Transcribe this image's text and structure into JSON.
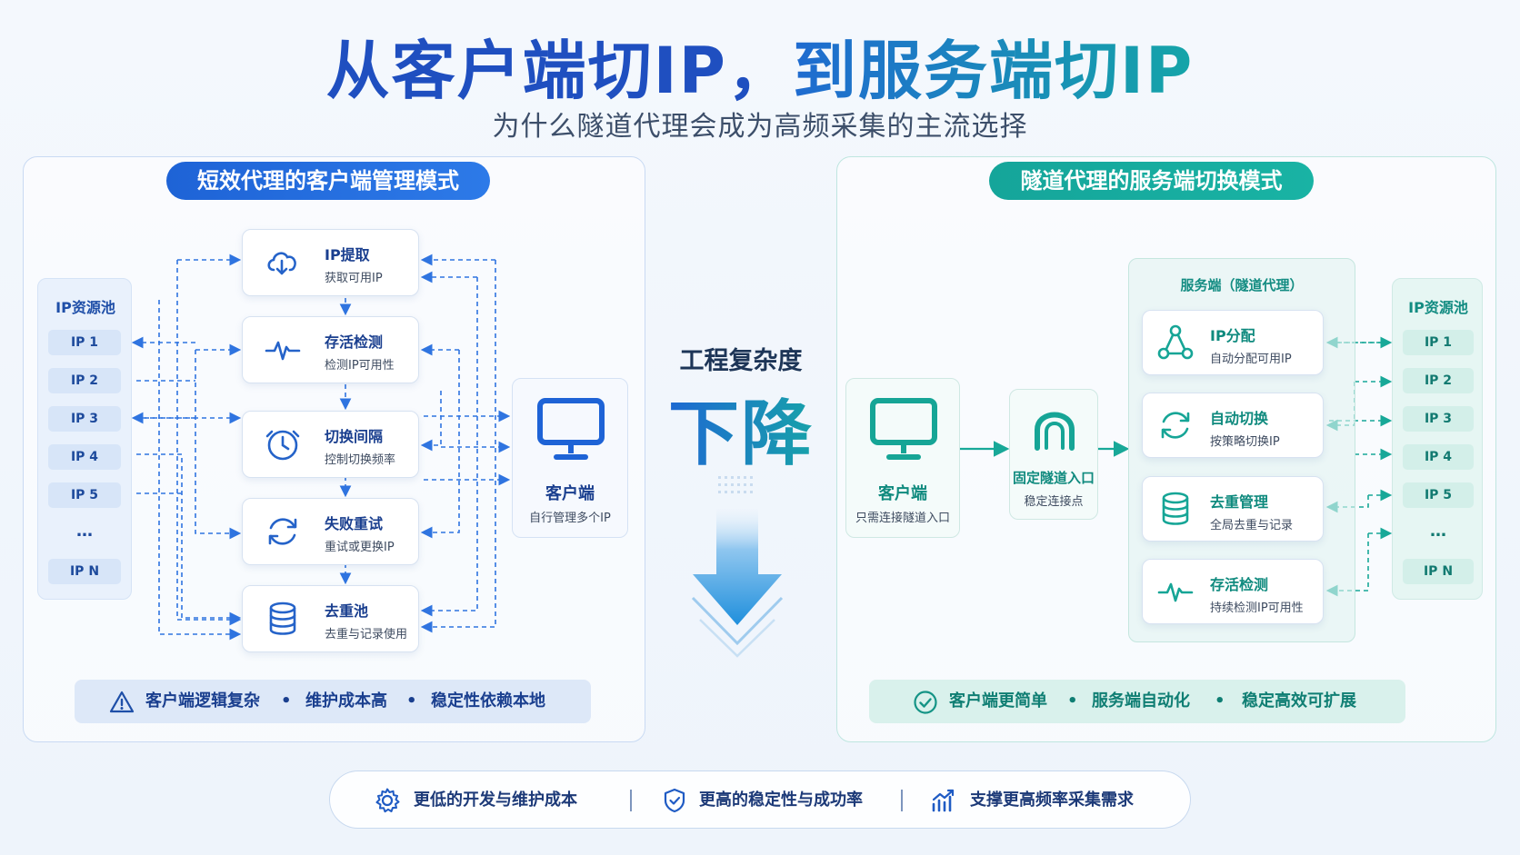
{
  "header": {
    "title_part1": "从客户端切IP，",
    "title_part2": "到服务端切IP",
    "subtitle": "为什么隧道代理会成为高频采集的主流选择"
  },
  "colors": {
    "blue": "#1e63d6",
    "teal": "#15a59a",
    "navy": "#1d3557"
  },
  "left": {
    "pill": "短效代理的客户端管理模式",
    "pool": {
      "title": "IP资源池",
      "items": [
        "IP 1",
        "IP 2",
        "IP 3",
        "IP 4",
        "IP 5",
        "…",
        "IP N"
      ]
    },
    "steps": [
      {
        "title": "IP提取",
        "desc": "获取可用IP",
        "icon": "cloud-download-icon"
      },
      {
        "title": "存活检测",
        "desc": "检测IP可用性",
        "icon": "pulse-icon"
      },
      {
        "title": "切换间隔",
        "desc": "控制切换频率",
        "icon": "clock-icon"
      },
      {
        "title": "失败重试",
        "desc": "重试或更换IP",
        "icon": "refresh-icon"
      },
      {
        "title": "去重池",
        "desc": "去重与记录使用",
        "icon": "database-icon"
      }
    ],
    "client": {
      "title": "客户端",
      "desc": "自行管理多个IP",
      "icon": "monitor-icon"
    },
    "summary": [
      "客户端逻辑复杂",
      "维护成本高",
      "稳定性依赖本地"
    ],
    "summary_icon": "warning-icon"
  },
  "middle": {
    "label": "工程复杂度",
    "value": "下降",
    "icon": "down-arrow-icon"
  },
  "right": {
    "pill": "隧道代理的服务端切换模式",
    "client": {
      "title": "客户端",
      "desc": "只需连接隧道入口",
      "icon": "monitor-icon"
    },
    "entry": {
      "title": "固定隧道入口",
      "desc": "稳定连接点",
      "icon": "tunnel-icon"
    },
    "server": {
      "title": "服务端（隧道代理）",
      "steps": [
        {
          "title": "IP分配",
          "desc": "自动分配可用IP",
          "icon": "network-icon"
        },
        {
          "title": "自动切换",
          "desc": "按策略切换IP",
          "icon": "refresh-icon"
        },
        {
          "title": "去重管理",
          "desc": "全局去重与记录",
          "icon": "database-icon"
        },
        {
          "title": "存活检测",
          "desc": "持续检测IP可用性",
          "icon": "pulse-icon"
        }
      ]
    },
    "pool": {
      "title": "IP资源池",
      "items": [
        "IP 1",
        "IP 2",
        "IP 3",
        "IP 4",
        "IP 5",
        "…",
        "IP N"
      ]
    },
    "summary": [
      "客户端更简单",
      "服务端自动化",
      "稳定高效可扩展"
    ],
    "summary_icon": "check-circle-icon"
  },
  "footer": {
    "items": [
      {
        "label": "更低的开发与维护成本",
        "icon": "gear-icon"
      },
      {
        "label": "更高的稳定性与成功率",
        "icon": "shield-check-icon"
      },
      {
        "label": "支撑更高频率采集需求",
        "icon": "trend-chart-icon"
      }
    ]
  }
}
